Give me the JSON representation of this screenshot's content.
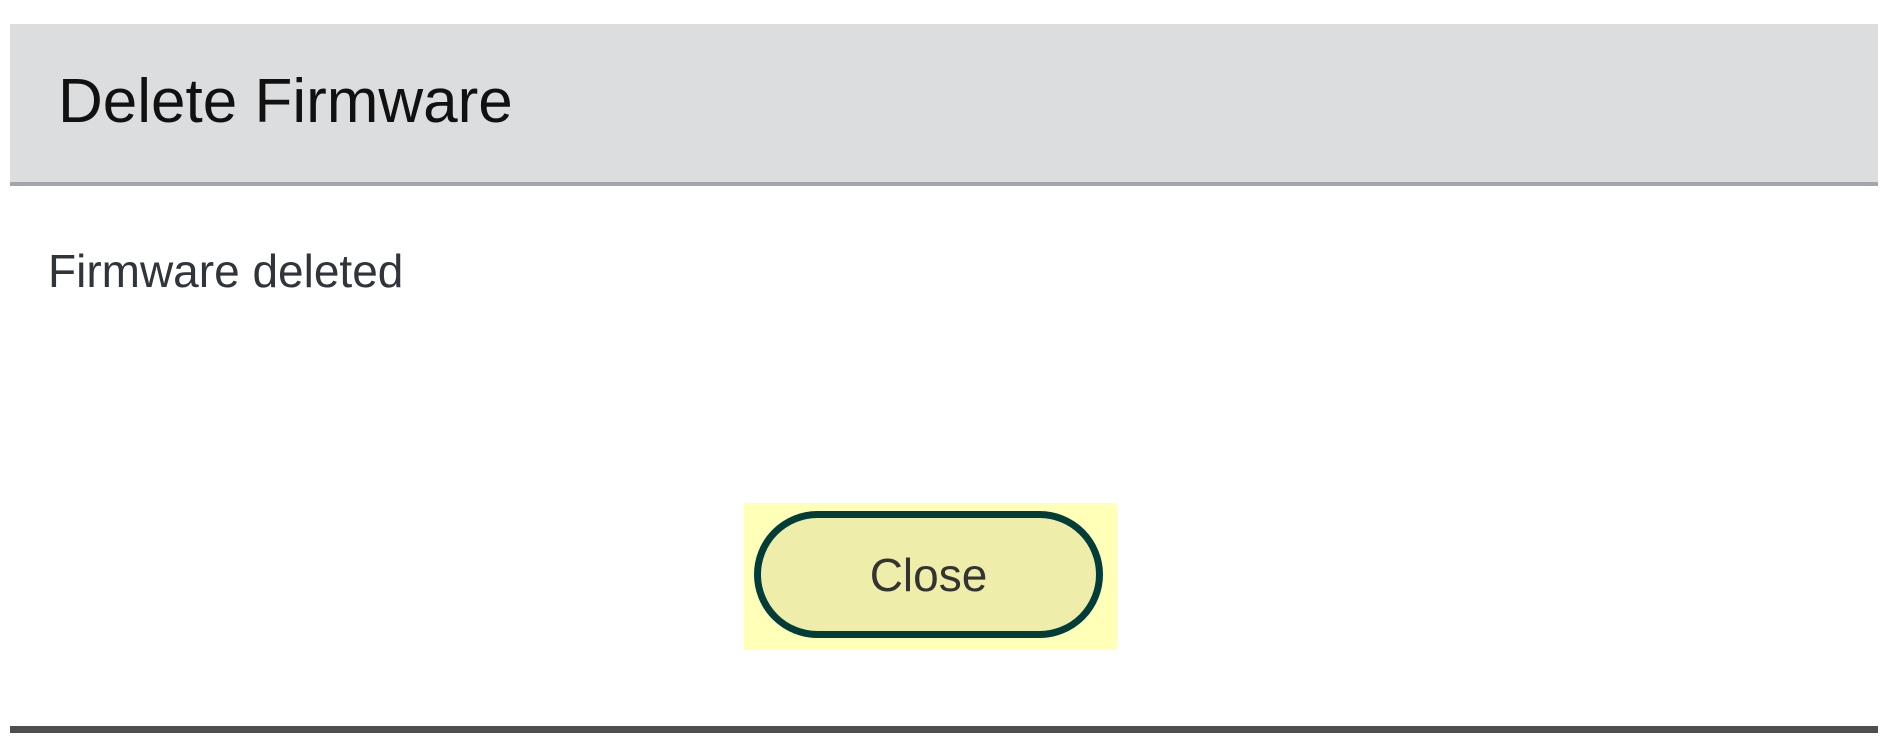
{
  "dialog": {
    "title": "Delete Firmware",
    "message": "Firmware deleted",
    "close_label": "Close"
  },
  "colors": {
    "header_bg": "#dcdddf",
    "button_bg": "#eeeeaa",
    "button_border": "#023d3a",
    "focus_highlight": "#ffffb8"
  }
}
